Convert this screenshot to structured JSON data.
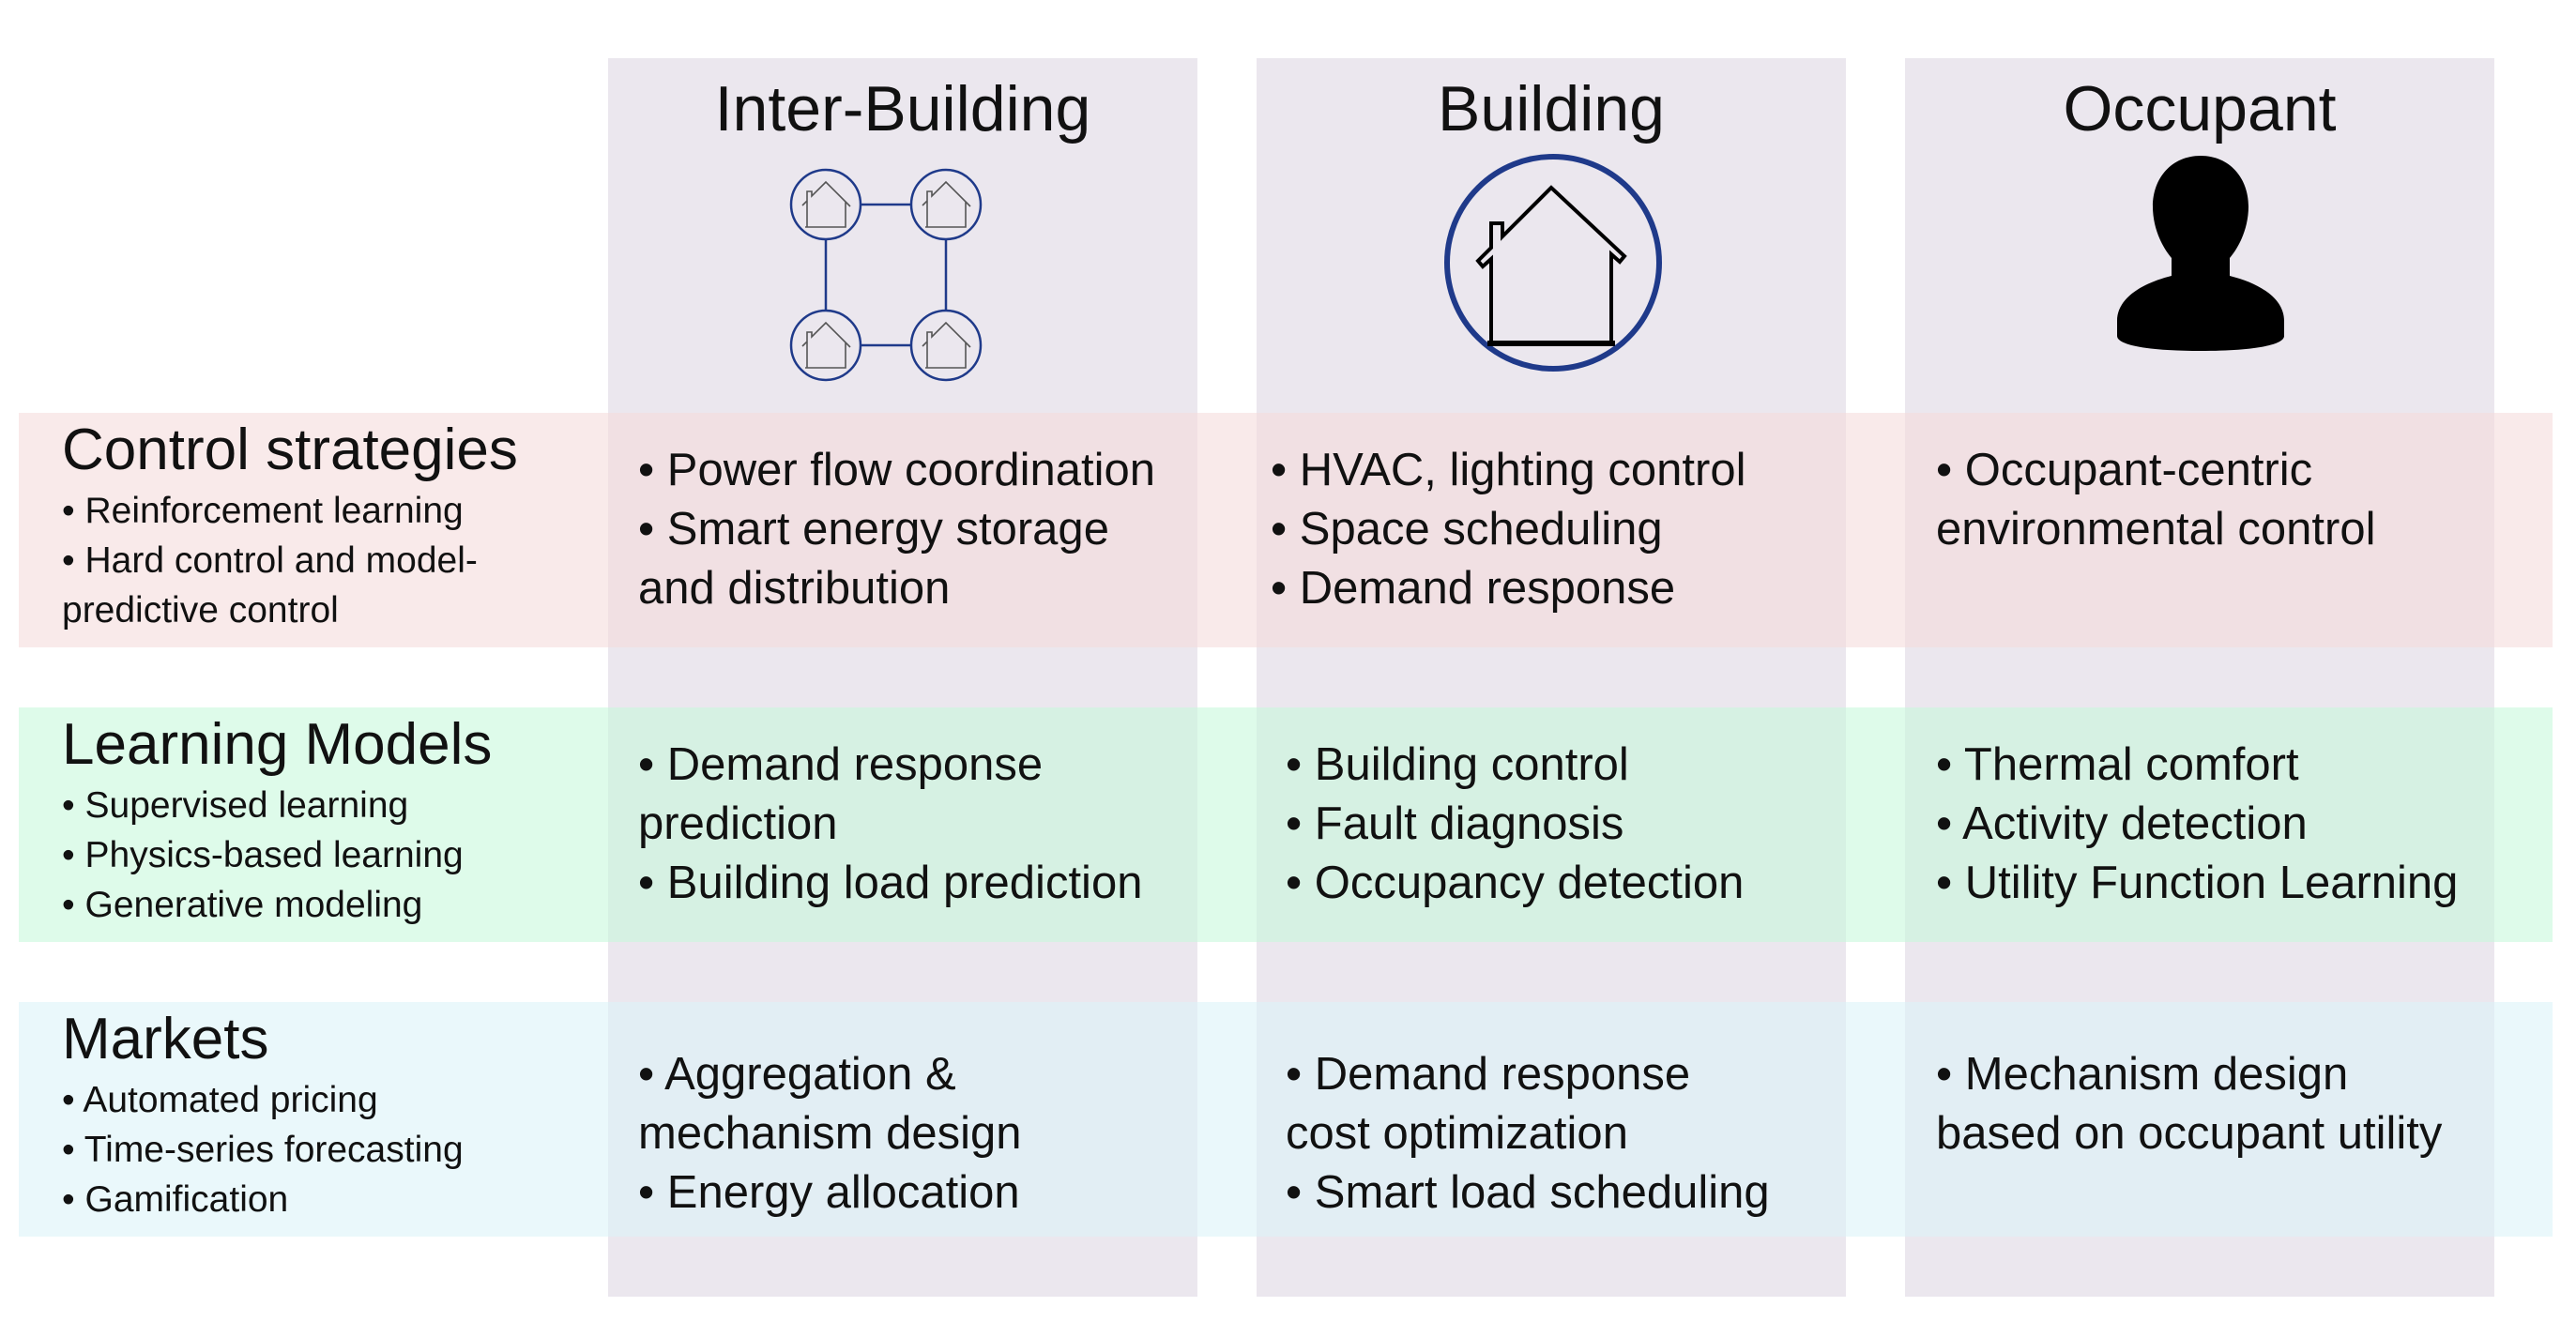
{
  "colors": {
    "column_bg": "#ebe7ee",
    "band_control": "#f5dcdc",
    "band_learning": "#c8f8dc",
    "band_markets": "#dcf4f8",
    "icon_blue": "#1f3a8a",
    "icon_black": "#000000"
  },
  "columns": [
    {
      "title": "Inter-Building",
      "icon": "networked-houses-icon"
    },
    {
      "title": "Building",
      "icon": "house-in-circle-icon"
    },
    {
      "title": "Occupant",
      "icon": "person-silhouette-icon"
    }
  ],
  "rows": [
    {
      "title": "Control strategies",
      "items": [
        "• Reinforcement learning",
        "• Hard control and model-",
        "predictive control"
      ],
      "cells": [
        [
          "• Power flow coordination",
          "• Smart energy storage",
          "and distribution"
        ],
        [
          "• HVAC, lighting control",
          "• Space scheduling",
          "• Demand response"
        ],
        [
          "• Occupant-centric",
          "environmental control"
        ]
      ]
    },
    {
      "title": "Learning Models",
      "items": [
        "• Supervised learning",
        "• Physics-based learning",
        "• Generative modeling"
      ],
      "cells": [
        [
          "• Demand response",
          "prediction",
          "• Building load prediction"
        ],
        [
          "• Building control",
          "• Fault diagnosis",
          "• Occupancy detection"
        ],
        [
          "• Thermal comfort",
          "• Activity detection",
          "• Utility Function Learning"
        ]
      ]
    },
    {
      "title": "Markets",
      "items": [
        "• Automated pricing",
        "• Time-series forecasting",
        "• Gamification"
      ],
      "cells": [
        [
          "• Aggregation &",
          "mechanism design",
          "• Energy allocation"
        ],
        [
          "• Demand response",
          "cost optimization",
          "• Smart load scheduling"
        ],
        [
          "• Mechanism design",
          "based on occupant utility"
        ]
      ]
    }
  ]
}
